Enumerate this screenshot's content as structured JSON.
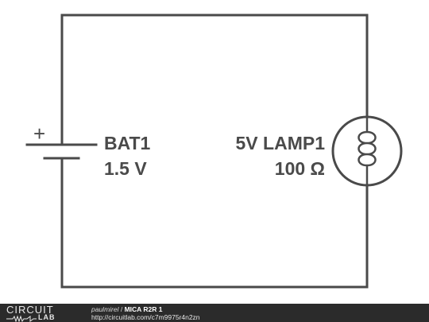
{
  "circuit": {
    "battery": {
      "name": "BAT1",
      "value": "1.5 V",
      "polarity_symbol": "+"
    },
    "lamp": {
      "name": "5V LAMP1",
      "value": "100 Ω"
    }
  },
  "footer": {
    "logo_top": "CIRCUIT",
    "logo_bottom": "LAB",
    "author": "paulmirel",
    "separator": " / ",
    "title": "MICA R2R 1",
    "url": "http://circuitlab.com/c7m9975r4n2zn"
  },
  "colors": {
    "wire": "#4a4a4a",
    "footer_bg": "#2b2b2b",
    "label": "#4a4a4a"
  }
}
